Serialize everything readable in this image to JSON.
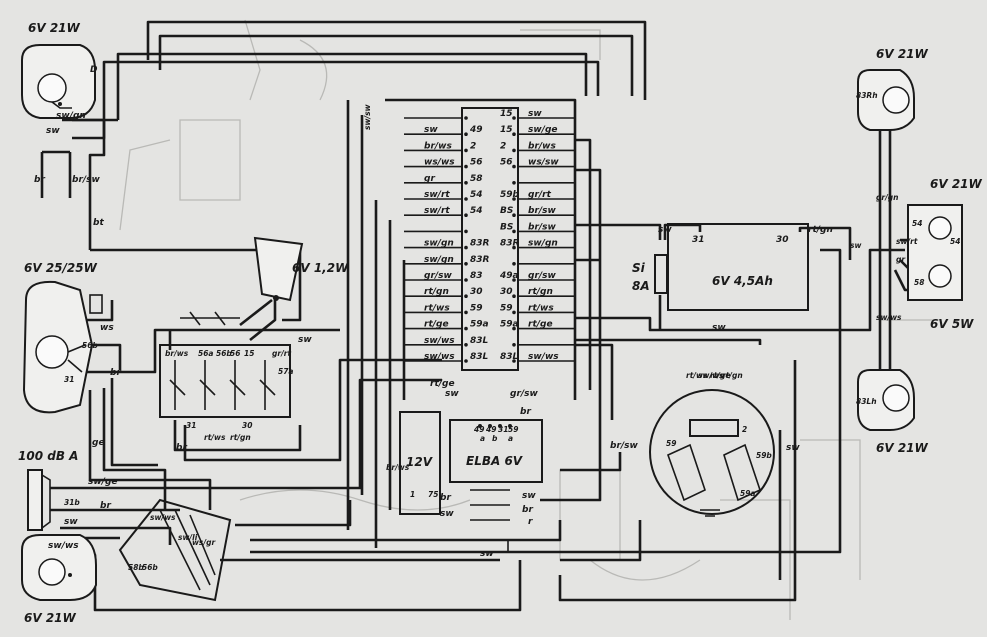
{
  "components": {
    "lamp_top_left": "6V 21W",
    "lamp_bottom_left": "6V 21W",
    "headlamp": "6V 25/25W",
    "horn": "100 dB A",
    "speedo_lamp": "6V 1,2W",
    "right_top": "6V 21W",
    "right_tail": "6V 21W",
    "right_stop": "6V 5W",
    "right_bottom": "6V 21W",
    "battery": "6V 4,5Ah",
    "fuse_si": "Si",
    "fuse_amp": "8A",
    "elba": "ELBA 6V",
    "coil": "12V"
  },
  "terminal_rows": [
    {
      "left_wire": "",
      "left_num": "",
      "right_num": "15",
      "right_wire": "sw"
    },
    {
      "left_wire": "sw",
      "left_num": "49",
      "right_num": "15",
      "right_wire": "sw/ge"
    },
    {
      "left_wire": "br/ws",
      "left_num": "2",
      "right_num": "2",
      "right_wire": "br/ws"
    },
    {
      "left_wire": "ws/ws",
      "left_num": "56",
      "right_num": "56",
      "right_wire": "ws/sw"
    },
    {
      "left_wire": "gr",
      "left_num": "58",
      "right_num": "",
      "right_wire": ""
    },
    {
      "left_wire": "sw/rt",
      "left_num": "54",
      "right_num": "59b",
      "right_wire": "gr/rt"
    },
    {
      "left_wire": "sw/rt",
      "left_num": "54",
      "right_num": "BS",
      "right_wire": "br/sw"
    },
    {
      "left_wire": "",
      "left_num": "",
      "right_num": "BS",
      "right_wire": "br/sw"
    },
    {
      "left_wire": "sw/gn",
      "left_num": "83R",
      "right_num": "83R",
      "right_wire": "sw/gn"
    },
    {
      "left_wire": "sw/gn",
      "left_num": "83R",
      "right_num": "",
      "right_wire": ""
    },
    {
      "left_wire": "gr/sw",
      "left_num": "83",
      "right_num": "49a",
      "right_wire": "gr/sw"
    },
    {
      "left_wire": "rt/gn",
      "left_num": "30",
      "right_num": "30",
      "right_wire": "rt/gn"
    },
    {
      "left_wire": "rt/ws",
      "left_num": "59",
      "right_num": "59",
      "right_wire": "rt/ws"
    },
    {
      "left_wire": "rt/ge",
      "left_num": "59a",
      "right_num": "59a",
      "right_wire": "rt/ge"
    },
    {
      "left_wire": "sw/ws",
      "left_num": "83L",
      "right_num": "",
      "right_wire": ""
    },
    {
      "left_wire": "sw/ws",
      "left_num": "83L",
      "right_num": "83L",
      "right_wire": "sw/ws"
    }
  ],
  "wires": {
    "sw": "sw",
    "bt": "bt",
    "br": "br",
    "ws": "ws",
    "ge": "ge",
    "gr": "gr",
    "dot": "D",
    "sw_gn": "sw/gn",
    "br_sw": "br/sw",
    "br_ws": "br/ws",
    "sw_ge": "sw/ge",
    "sw_ws": "sw/ws",
    "rt_ge": "rt/ge",
    "gr_sw": "gr/sw",
    "rt_gn": "rt/gn",
    "rt_ws": "rt/ws",
    "sw_rt": "sw/rt",
    "gr_rt": "gr/rt",
    "gr_gn": "gr/gn",
    "sw_ws_v": "sw/ws",
    "br_ws_v": "br/ws",
    "sw_li": "sw/li",
    "ws_gr": "ws/gr",
    "sw_sw": "sw/sw"
  },
  "terminals": {
    "t56b": "56b",
    "t31": "31",
    "t31b": "31b",
    "t58": "58",
    "t56a": "56a",
    "t56b2": "56b",
    "t56": "56",
    "t15": "15",
    "t57a": "57a",
    "t30": "30",
    "t31c": "31",
    "t49": "49",
    "t491": "49",
    "t31e": "31",
    "t59e": "59",
    "t_a": "a",
    "t_b": "b",
    "t_a2": "a",
    "t1": "1",
    "t75": "75",
    "tr": "r",
    "t2": "2",
    "t59": "59",
    "t59b": "59b",
    "t59a": "59a",
    "t54": "54",
    "t54b": "54",
    "t58r": "58",
    "t83rh": "83Rh",
    "t83lh": "83Lh",
    "t31bat": "31",
    "t30bat": "30",
    "t58b": "58b",
    "t56bb": "56b",
    "sw_a": "sw",
    "sw_b": "br",
    "sw_c": "sw"
  }
}
